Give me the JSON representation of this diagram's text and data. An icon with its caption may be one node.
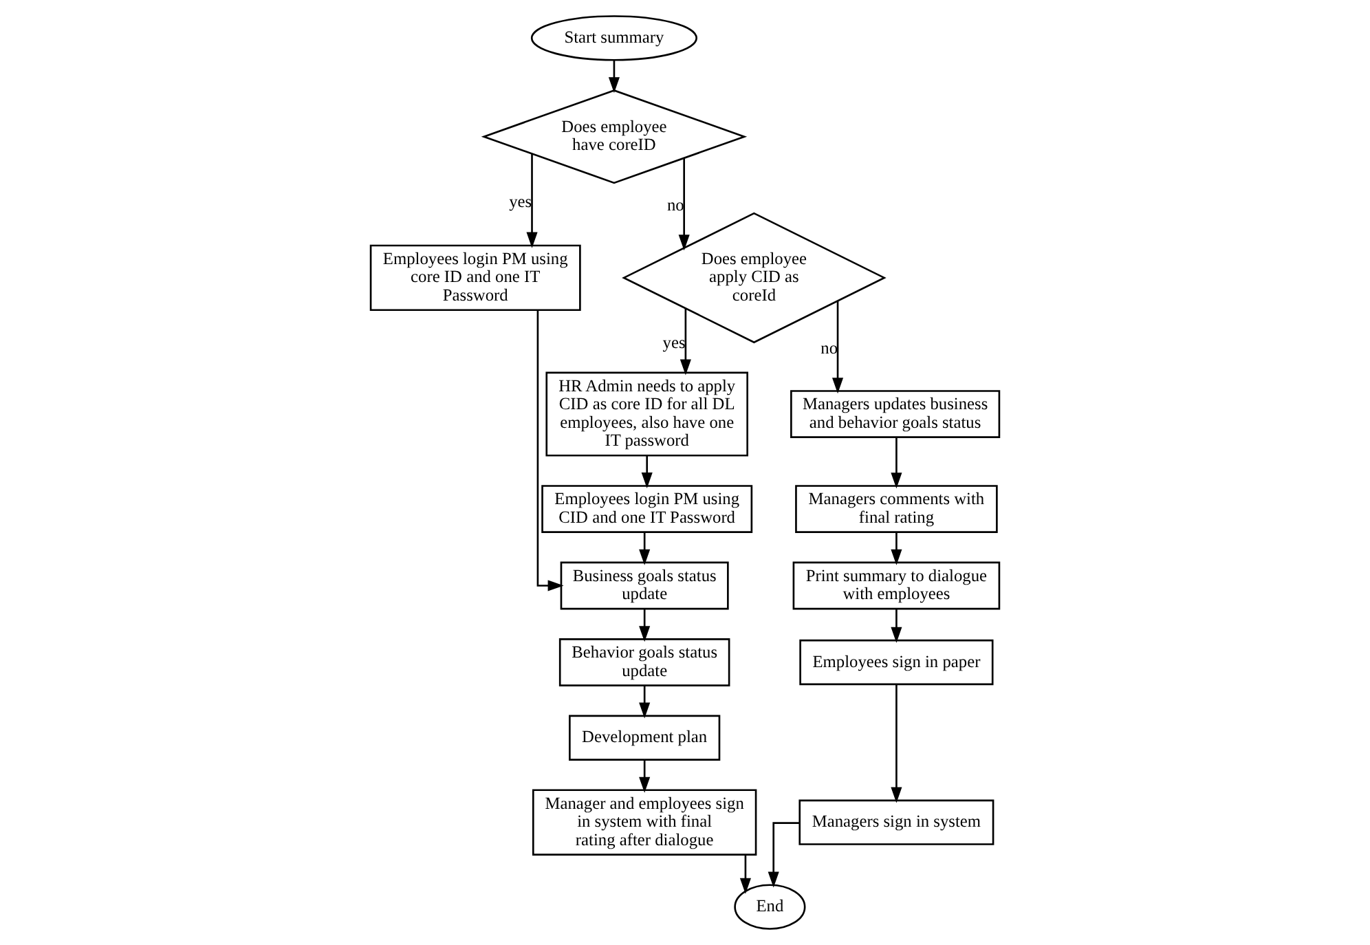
{
  "diagram": {
    "nodes": [
      {
        "text": [
          "Start summary"
        ]
      },
      {
        "text": [
          "Does employee have coreID"
        ]
      },
      {
        "text": [
          "Employees login PM using core ID and one IT Password"
        ]
      },
      {
        "text": [
          "Does employee apply CID as coreId"
        ]
      },
      {
        "text": [
          "HR Admin needs to apply CID as core ID for all DL employees, also have one IT password"
        ]
      },
      {
        "text": [
          "Employees login PM using CID and one IT Password"
        ]
      },
      {
        "text": [
          "Managers updates business and behavior goals status"
        ]
      },
      {
        "text": [
          "Business goals status update"
        ]
      },
      {
        "text": [
          "Managers comments with final rating"
        ]
      },
      {
        "text": [
          "Behavior goals status update"
        ]
      },
      {
        "text": [
          "Print summary to dialogue with employees"
        ]
      },
      {
        "text": [
          "Development plan"
        ]
      },
      {
        "text": [
          "Employees sign in paper"
        ]
      },
      {
        "text": [
          "End"
        ]
      },
      {
        "text": [
          "Manager and employees sign in system with final rating after dialogue"
        ]
      },
      {
        "text": [
          "Managers sign in system"
        ]
      }
    ],
    "edges": [
      {
        "from": 0,
        "to": 1,
        "arrow": "to"
      },
      {
        "from": 1,
        "to": 2,
        "arrow": "to",
        "label": "yes"
      },
      {
        "from": 1,
        "to": 3,
        "arrow": "to",
        "label": "no"
      },
      {
        "from": 3,
        "to": 4,
        "arrow": "to",
        "label": "yes"
      },
      {
        "from": 3,
        "to": 6,
        "arrow": "to",
        "label": "no"
      },
      {
        "from": 4,
        "to": 5,
        "arrow": "to"
      },
      {
        "from": 5,
        "to": 7,
        "arrow": "to"
      },
      {
        "from": 2,
        "to": 7,
        "arrow": "to"
      },
      {
        "from": 7,
        "to": 9,
        "arrow": "to"
      },
      {
        "from": 9,
        "to": 11,
        "arrow": "to"
      },
      {
        "from": 11,
        "to": 14,
        "arrow": "to"
      },
      {
        "from": 6,
        "to": 8,
        "arrow": "to"
      },
      {
        "from": 8,
        "to": 10,
        "arrow": "to"
      },
      {
        "from": 10,
        "to": 12,
        "arrow": "to"
      },
      {
        "from": 12,
        "to": 15,
        "arrow": "to"
      },
      {
        "from": 15,
        "to": 13,
        "arrow": "to"
      },
      {
        "from": 14,
        "to": 13,
        "arrow": "to"
      }
    ]
  }
}
